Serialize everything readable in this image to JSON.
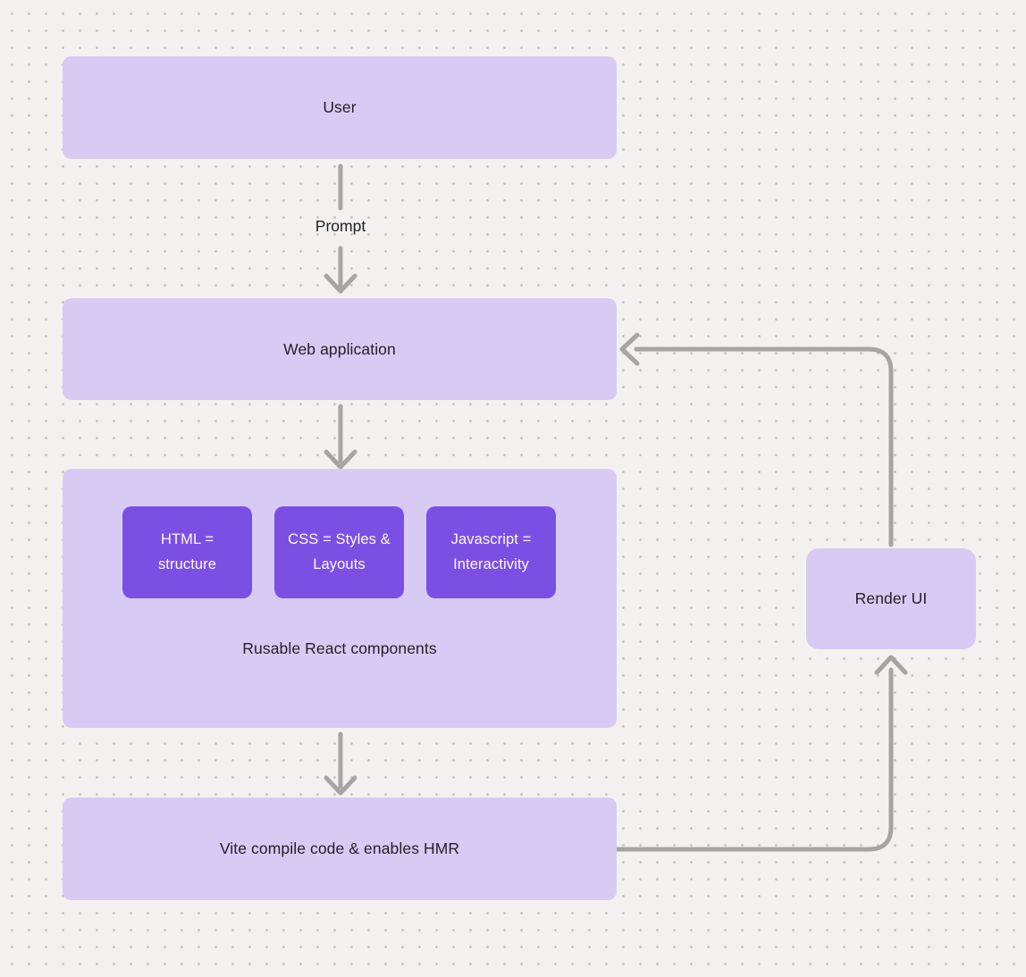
{
  "canvas": {
    "background": "#F2F1EF",
    "dot_color": "#C8C6C4"
  },
  "colors": {
    "node_light_purple": "#D7CBF3",
    "chip_vivid_purple": "#7C4FE4",
    "connector_gray": "#A7A4A2",
    "text_dark": "#242029",
    "text_light": "#FBF9FF"
  },
  "nodes": {
    "user": {
      "label": "User"
    },
    "web_application": {
      "label": "Web application"
    },
    "components_group": {
      "caption": "Rusable React components",
      "items": [
        {
          "label": "HTML = structure"
        },
        {
          "label": "CSS = Styles & Layouts"
        },
        {
          "label": "Javascript = Interactivity"
        }
      ]
    },
    "vite": {
      "label": "Vite compile code & enables HMR"
    },
    "render_ui": {
      "label": "Render UI"
    }
  },
  "edges": {
    "prompt_label": "Prompt",
    "connections": [
      {
        "from": "User",
        "to": "Web application",
        "label": "Prompt"
      },
      {
        "from": "Web application",
        "to": "Components group",
        "label": ""
      },
      {
        "from": "Components group",
        "to": "Vite compile code & enables HMR",
        "label": ""
      },
      {
        "from": "Vite compile code & enables HMR",
        "to": "Render UI",
        "label": ""
      },
      {
        "from": "Render UI",
        "to": "Web application",
        "label": ""
      }
    ]
  }
}
